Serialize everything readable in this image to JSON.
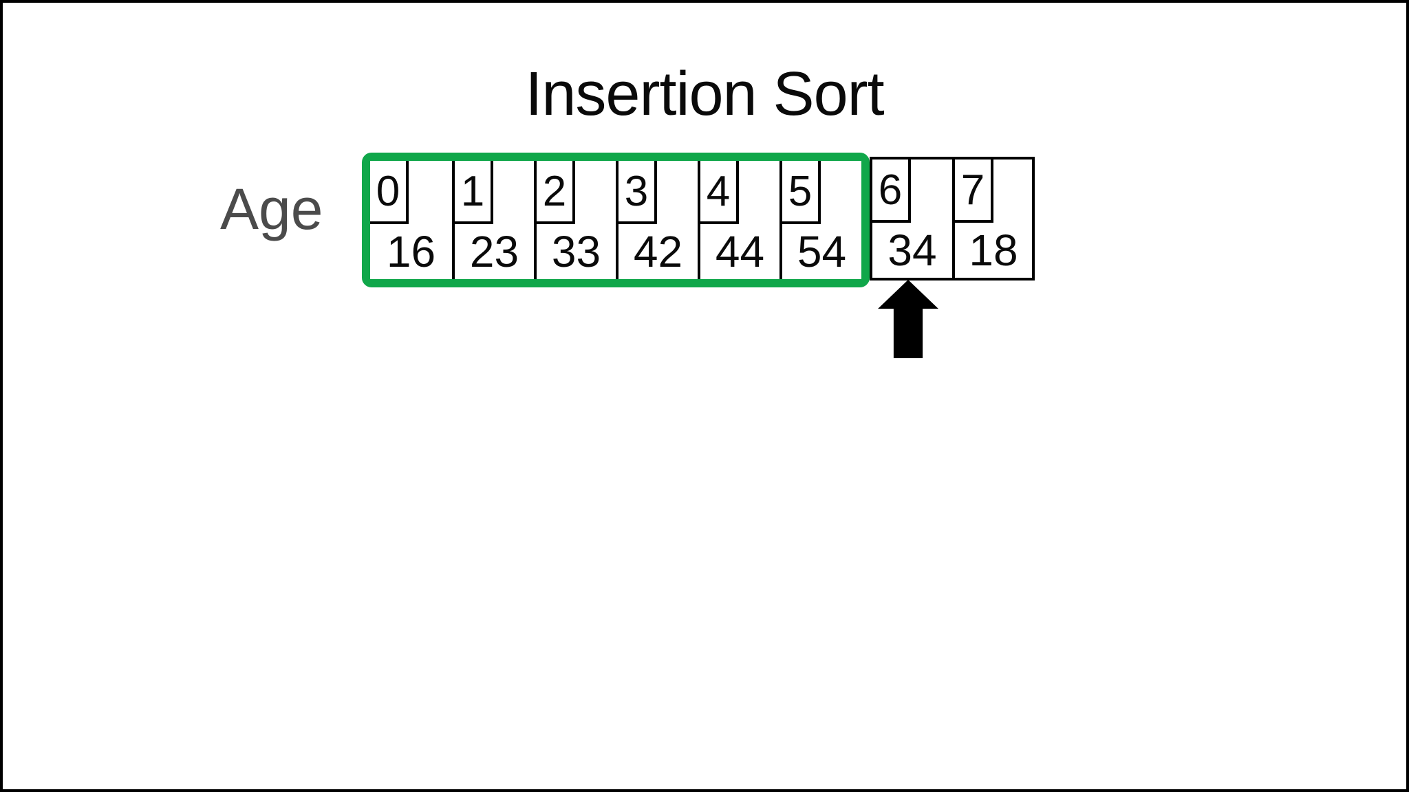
{
  "slide": {
    "title": "Insertion Sort",
    "row_label": "Age"
  },
  "array": {
    "cells": [
      {
        "index": "0",
        "value": "16",
        "sorted": true
      },
      {
        "index": "1",
        "value": "23",
        "sorted": true
      },
      {
        "index": "2",
        "value": "33",
        "sorted": true
      },
      {
        "index": "3",
        "value": "42",
        "sorted": true
      },
      {
        "index": "4",
        "value": "44",
        "sorted": true
      },
      {
        "index": "5",
        "value": "54",
        "sorted": true
      },
      {
        "index": "6",
        "value": "34",
        "sorted": false
      },
      {
        "index": "7",
        "value": "18",
        "sorted": false
      }
    ],
    "sorted_range": "indices 0-5",
    "arrow_points_to_index": "6"
  },
  "colors": {
    "sorted_outline_green": "#10a74a",
    "cell_border": "#000000",
    "label_gray": "#4b4b4b",
    "background": "#ffffff"
  }
}
